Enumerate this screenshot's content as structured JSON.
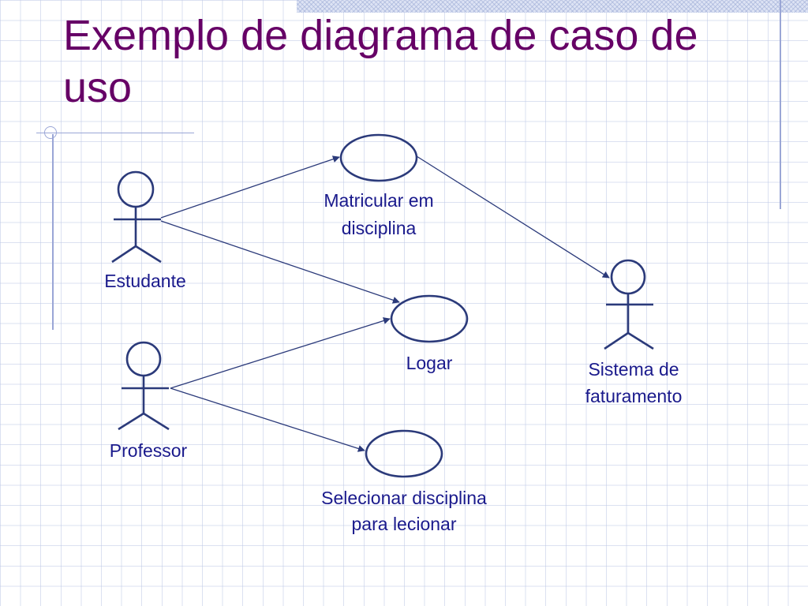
{
  "slide": {
    "title": "Exemplo de diagrama de caso de uso"
  },
  "actors": {
    "estudante": "Estudante",
    "professor": "Professor",
    "sistema": [
      "Sistema de",
      "faturamento"
    ]
  },
  "use_cases": {
    "matricular": [
      "Matricular em",
      "disciplina"
    ],
    "logar": "Logar",
    "selecionar": [
      "Selecionar disciplina",
      "para lecionar"
    ]
  },
  "colors": {
    "title": "#660066",
    "diagram": "#1a1a8c",
    "line": "#2b3a7a",
    "grid": "#bec8e6"
  }
}
